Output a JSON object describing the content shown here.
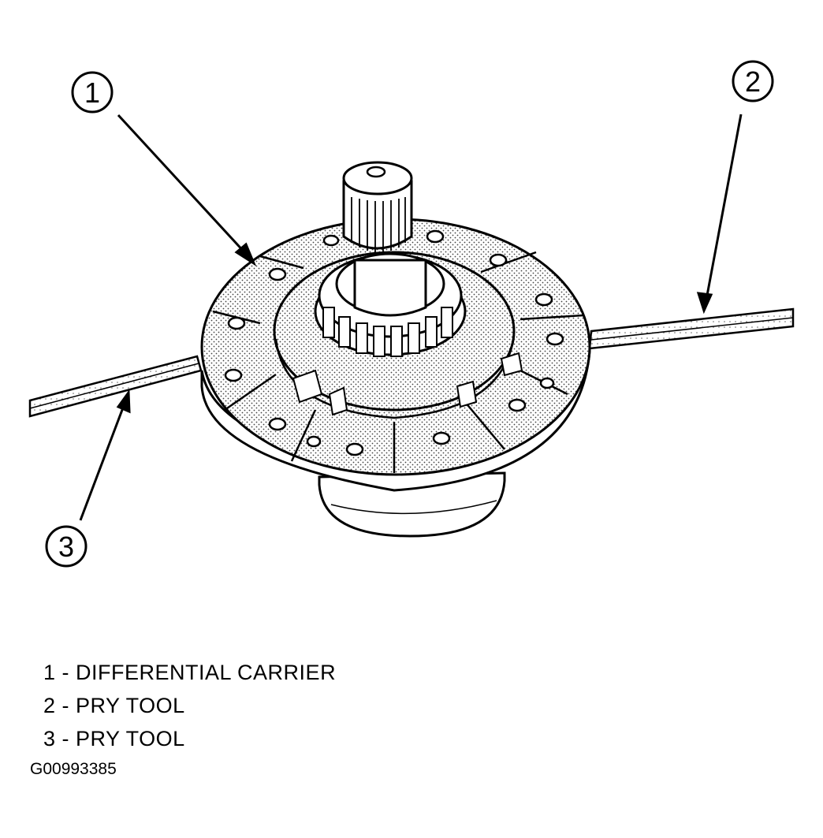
{
  "callouts": [
    {
      "number": "1"
    },
    {
      "number": "2"
    },
    {
      "number": "3"
    }
  ],
  "legend": [
    {
      "number": "1",
      "label": "DIFFERENTIAL CARRIER"
    },
    {
      "number": "2",
      "label": "PRY TOOL"
    },
    {
      "number": "3",
      "label": "PRY TOOL"
    }
  ],
  "figure_id": "G00993385"
}
